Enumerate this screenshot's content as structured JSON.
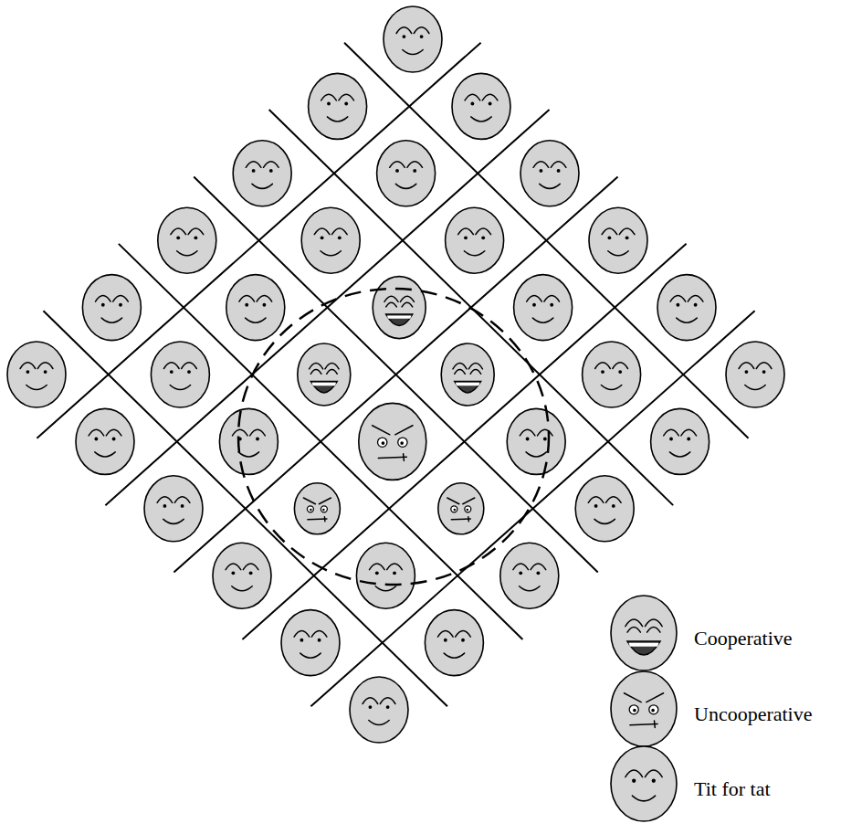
{
  "diagram": {
    "legend": [
      {
        "text": "Cooperative"
      },
      {
        "text": "Uncooperative"
      },
      {
        "text": "Tit for tat"
      }
    ]
  }
}
